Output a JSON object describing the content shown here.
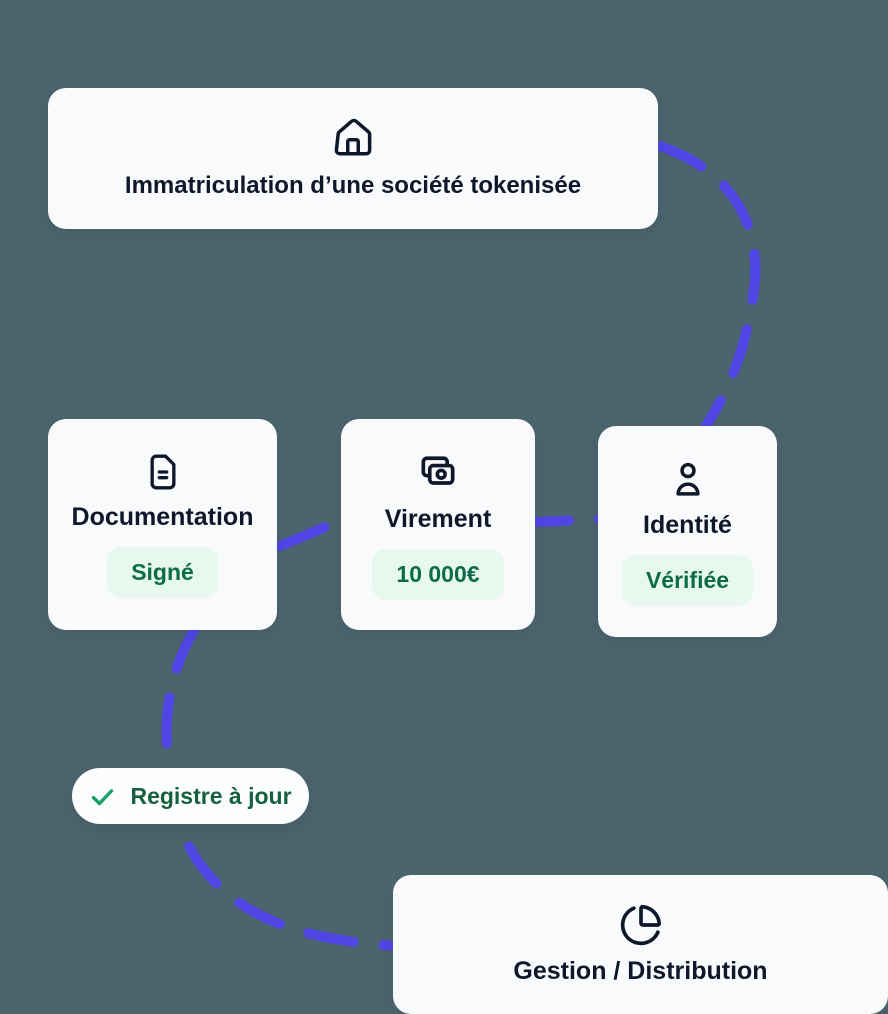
{
  "diagram": {
    "title_hint": "Tokenized company registration flow",
    "cards": {
      "immatriculation": {
        "title": "Immatriculation d’une société tokenisée",
        "icon": "home-icon"
      },
      "documentation": {
        "title": "Documentation",
        "status": "Signé",
        "icon": "document-icon"
      },
      "virement": {
        "title": "Virement",
        "status": "10 000€",
        "icon": "banknotes-icon"
      },
      "identite": {
        "title": "Identité",
        "status": "Vérifiée",
        "icon": "user-icon"
      },
      "gestion": {
        "title": "Gestion / Distribution",
        "icon": "pie-chart-icon"
      }
    },
    "pill": {
      "label": "Registre à jour",
      "icon": "check-icon"
    },
    "colors": {
      "background": "#4c646d",
      "card_background": "#f8fafc",
      "ink": "#0f172a",
      "connector_accent": "#4f46e5",
      "status_badge_background": "#e7f8ee",
      "status_badge_text": "#0e6b4a",
      "pill_text": "#14603f",
      "check_green": "#18a266"
    }
  }
}
